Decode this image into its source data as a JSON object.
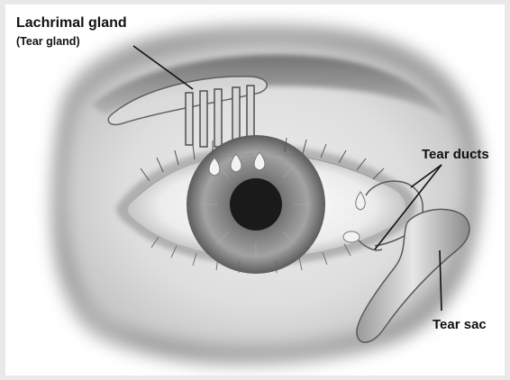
{
  "labels": {
    "lachrimal_gland": "Lachrimal gland",
    "tear_gland": "(Tear gland)",
    "tear_ducts": "Tear ducts",
    "tear_sac": "Tear sac"
  },
  "colors": {
    "background": "#ffffff",
    "frame": "#e9e9e9",
    "skin_shadow": "#8d8d8d",
    "iris": "#8a8a8a",
    "pupil": "#1a1a1a",
    "leader_line": "#111111"
  }
}
